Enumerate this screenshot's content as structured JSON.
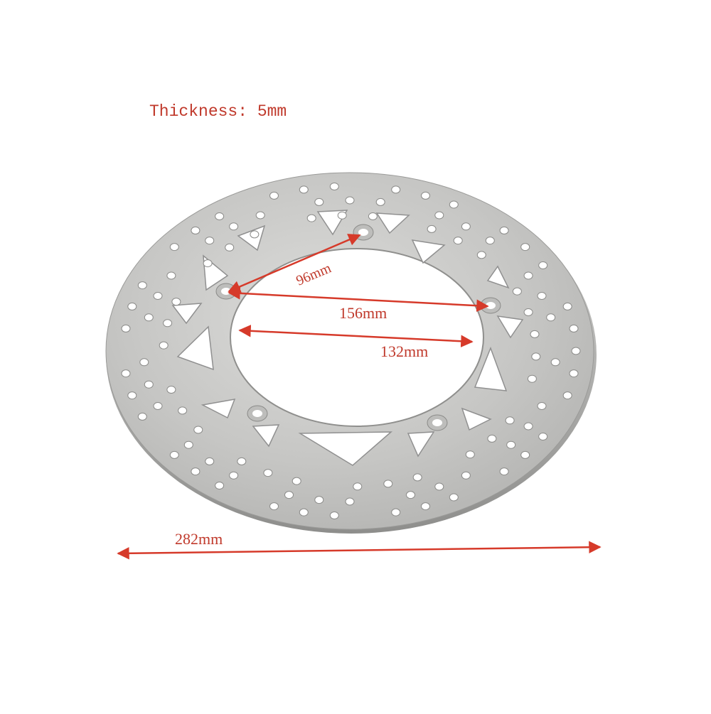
{
  "labels": {
    "thickness": "Thickness: 5mm",
    "pcd": "96mm",
    "bolt_span": "156mm",
    "center_bore": "132mm",
    "outer_diameter": "282mm"
  },
  "colors": {
    "annotation": "#d63a2a",
    "disc_metal": "#c9c9c7",
    "background": "#ffffff"
  }
}
